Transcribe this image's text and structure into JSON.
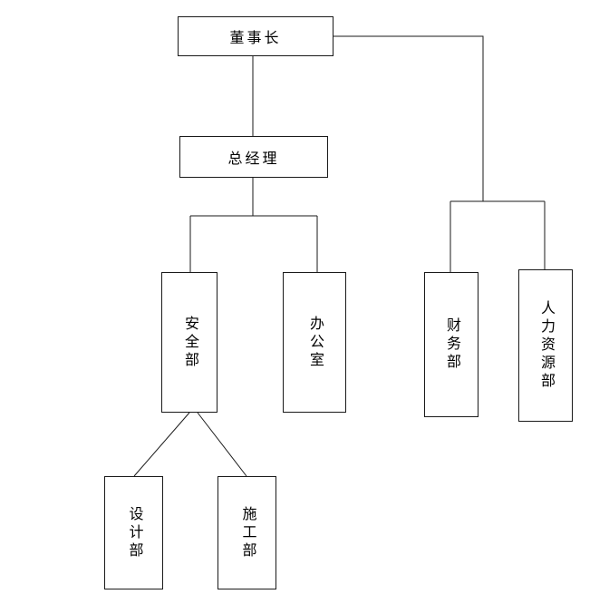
{
  "diagram": {
    "type": "org-chart",
    "nodes": {
      "chairman": "董事长",
      "general_manager": "总经理",
      "safety_dept": "安全部",
      "office": "办公室",
      "finance_dept": "财务部",
      "hr_dept": "人力资源部",
      "design_dept": "设计部",
      "construction_dept": "施工部"
    },
    "edges": [
      {
        "from": "chairman",
        "to": "general_manager"
      },
      {
        "from": "chairman",
        "to": "finance_dept"
      },
      {
        "from": "chairman",
        "to": "hr_dept"
      },
      {
        "from": "general_manager",
        "to": "safety_dept"
      },
      {
        "from": "general_manager",
        "to": "office"
      },
      {
        "from": "safety_dept",
        "to": "design_dept"
      },
      {
        "from": "safety_dept",
        "to": "construction_dept"
      }
    ],
    "colors": {
      "background": "#ffffff",
      "line": "#1a1a1a",
      "border": "#1a1a1a",
      "text": "#000000"
    }
  }
}
